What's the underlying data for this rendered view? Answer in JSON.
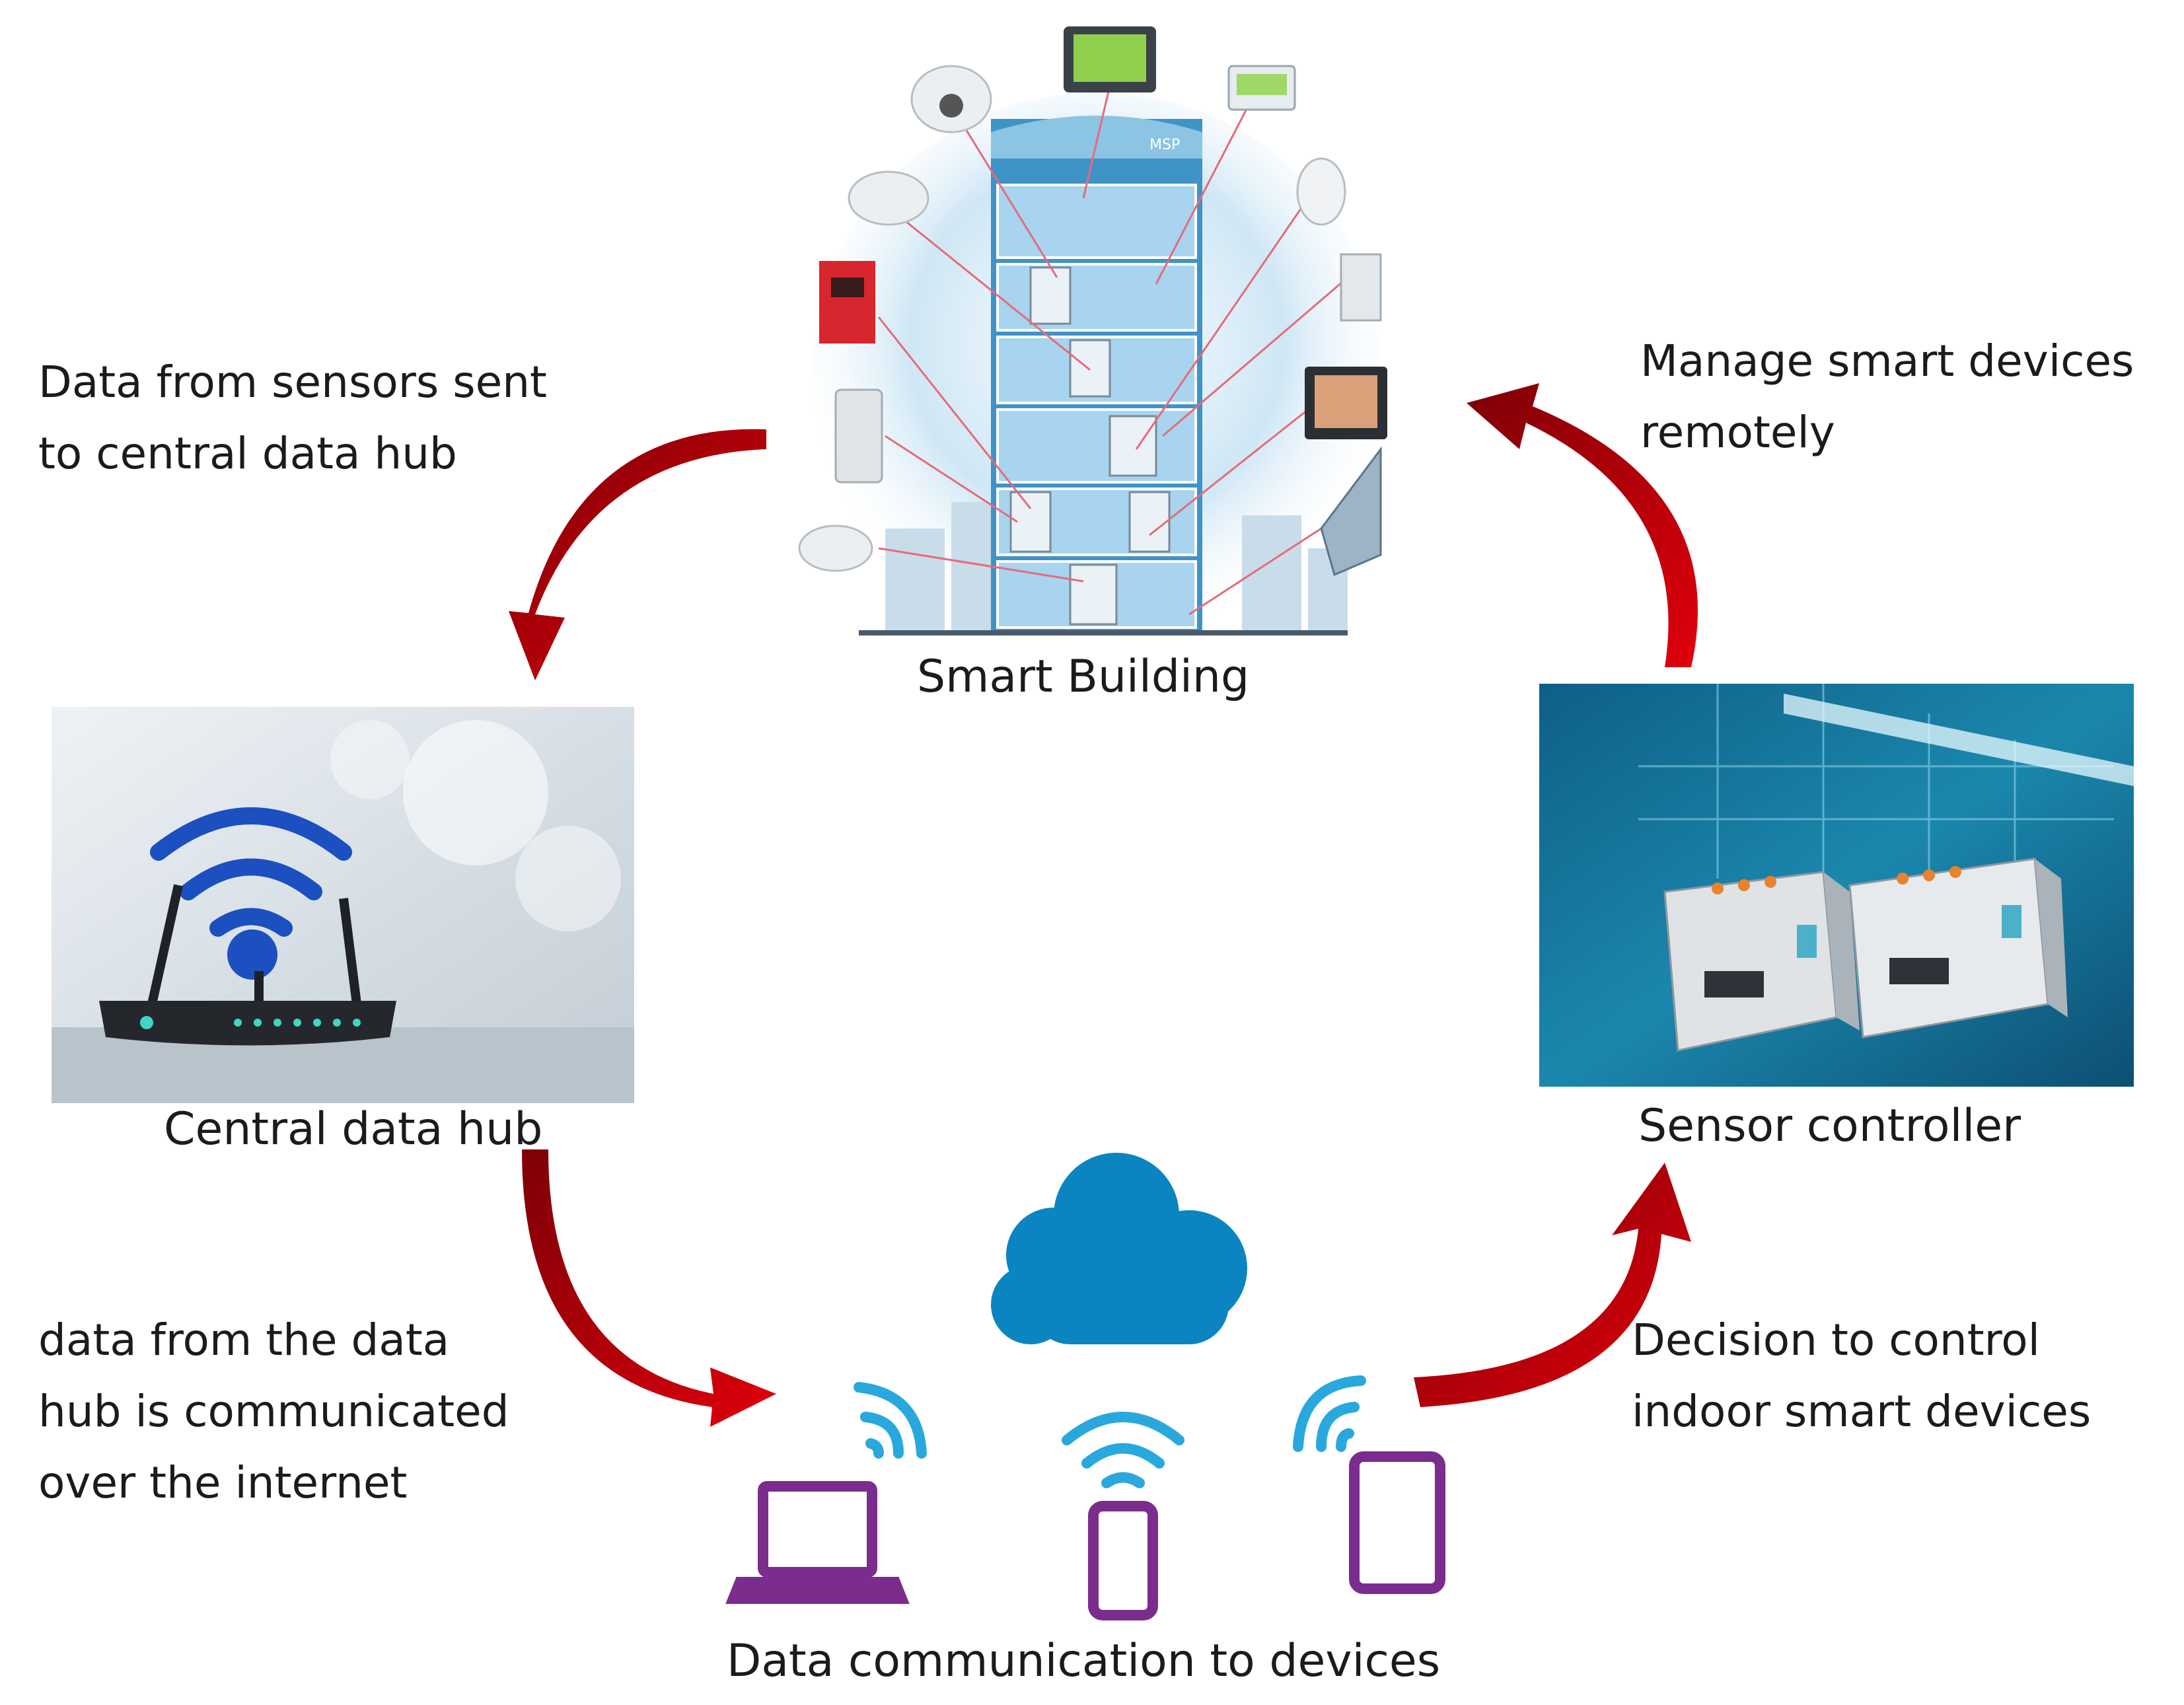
{
  "nodes": {
    "smart_building": {
      "label": "Smart Building",
      "roof_sign": "MSP"
    },
    "central_hub": {
      "label": "Central data hub"
    },
    "sensor_controller": {
      "label": "Sensor controller"
    },
    "devices": {
      "label": "Data communication to devices"
    }
  },
  "edges": {
    "sensors_to_hub": "Data from sensors sent\nto central data hub",
    "hub_to_internet": "data from the data\nhub is communicated\nover the internet",
    "decision_to_control": "Decision to control\nindoor smart devices",
    "manage_remotely": "Manage smart devices\nremotely"
  },
  "colors": {
    "arrow": "#c8000a",
    "cloud": "#0a85c2",
    "wifi": "#29a8de",
    "device": "#7b2d8e",
    "building": "#5aa6d2",
    "controller_bg": "#1a7aa0",
    "hub_bg": "#dfe6ec"
  }
}
